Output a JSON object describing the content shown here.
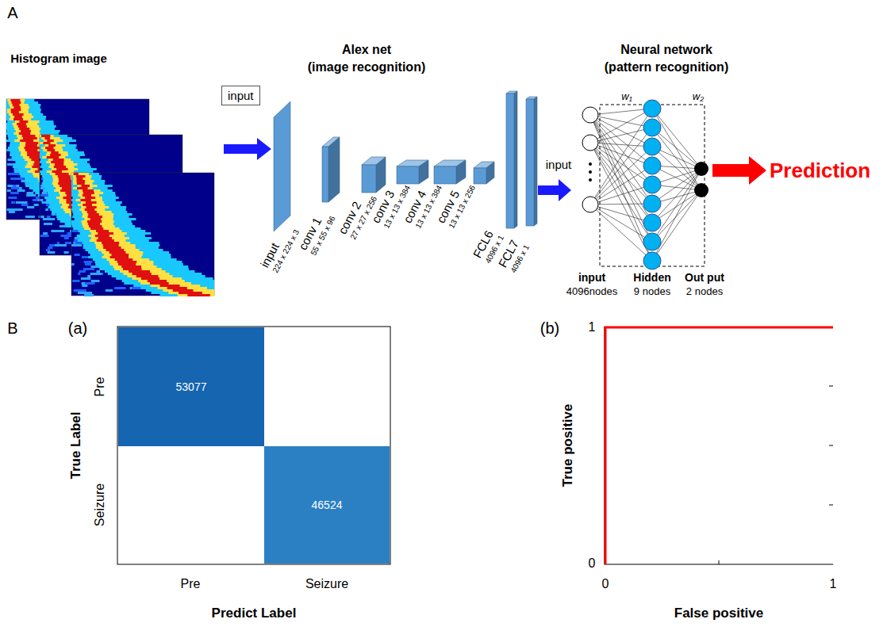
{
  "diagram": {
    "nodes": [
      {
        "text": [
          "input"
        ]
      },
      {
        "text": [
          "53077"
        ]
      },
      {
        "text": [
          "46524"
        ]
      }
    ],
    "labels": [
      "A",
      "Histogram image",
      "Alex net",
      "(image recognition)",
      "input",
      "224 x 224 x 3",
      "conv 1",
      "55 x 55 x 96",
      "conv 2",
      "27 x 27 x 256",
      "conv 3",
      "13 x 13 x 384",
      "conv 4",
      "13 x 13 x 384",
      "conv 5",
      "13 x 13 x 256",
      "FCL6",
      "4096 x 1",
      "FCL7",
      "4096 x 1",
      "Neural network",
      "(pattern recognition)",
      "input",
      "w₁",
      "w₂",
      "input",
      "4096nodes",
      "Hidden",
      "9 nodes",
      "Out put",
      "2 nodes",
      "Prediction",
      "B",
      "(a)",
      "Pre",
      "Seizure",
      "True Label",
      "Pre",
      "Seizure",
      "Predict Label",
      "(b)",
      "1",
      "0",
      "True positive",
      "0",
      "1",
      "False positive"
    ]
  }
}
